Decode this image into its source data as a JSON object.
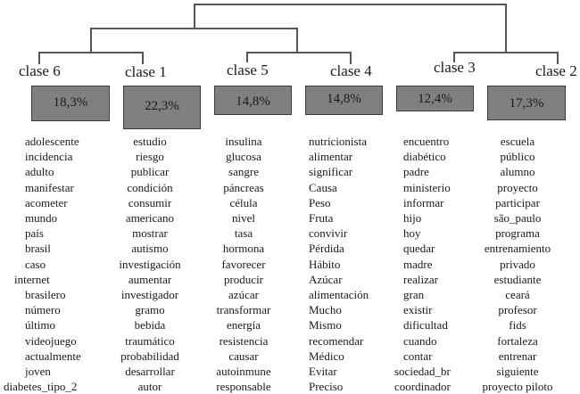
{
  "dendrogram": {
    "clusters": [
      {
        "label": "clase 6",
        "percent": "18,3%",
        "words": [
          "adolescente",
          "incidencia",
          "adulto",
          "manifestar",
          "acometer",
          "mundo",
          "país",
          "brasil",
          "caso",
          "internet",
          "brasilero",
          "número",
          "último",
          "videojuego",
          "actualmente",
          "joven",
          "diabetes_tipo_2"
        ]
      },
      {
        "label": "clase 1",
        "percent": "22,3%",
        "words": [
          "estudio",
          "riesgo",
          "publicar",
          "condición",
          "consumir",
          "americano",
          "mostrar",
          "autismo",
          "investigación",
          "aumentar",
          "investigador",
          "gramo",
          "bebida",
          "traumático",
          "probabilidad",
          "desarrollar",
          "autor"
        ]
      },
      {
        "label": "clase 5",
        "percent": "14,8%",
        "words": [
          "insulina",
          "glucosa",
          "sangre",
          "páncreas",
          "célula",
          "nivel",
          "tasa",
          "hormona",
          "favorecer",
          "producir",
          "azúcar",
          "transformar",
          "energía",
          "resistencia",
          "causar",
          "autoinmune",
          "responsable"
        ]
      },
      {
        "label": "clase 4",
        "percent": "14,8%",
        "words": [
          "nutricionista",
          "alimentar",
          "significar",
          "Causa",
          "Peso",
          "Fruta",
          "convivir",
          "Pérdida",
          "Hábito",
          "Azúcar",
          "alimentación",
          "Mucho",
          "Mismo",
          "recomendar",
          "Médico",
          "Evitar",
          "Preciso"
        ]
      },
      {
        "label": "clase 3",
        "percent": "12,4%",
        "words": [
          "encuentro",
          "diabético",
          "padre",
          "ministerio",
          "informar",
          "hijo",
          "hoy",
          "quedar",
          "madre",
          "realizar",
          "gran",
          "existir",
          "dificultad",
          "cuando",
          "contar",
          "sociedad_br",
          "coordinador"
        ]
      },
      {
        "label": "clase 2",
        "percent": "17,3%",
        "words": [
          "escuela",
          "público",
          "alumno",
          "proyecto",
          "participar",
          "são_paulo",
          "programa",
          "entrenamiento",
          "privado",
          "estudiante",
          "ceará",
          "profesor",
          "fids",
          "fortaleza",
          "entrenar",
          "siguiente",
          "proyecto piloto"
        ]
      }
    ]
  },
  "colors": {
    "box_fill": "#808080",
    "box_border": "#3a3a3a",
    "line": "#555555"
  }
}
